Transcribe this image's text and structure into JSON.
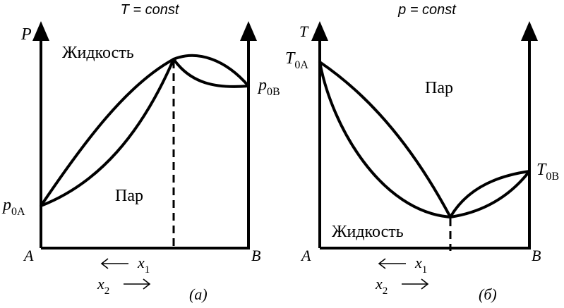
{
  "left": {
    "title": "T = const",
    "y_axis": "P",
    "liquid_label": "Жидкость",
    "vapor_label": "Пар",
    "p0a": {
      "main": "p",
      "sub": "0A"
    },
    "p0b": {
      "main": "p",
      "sub": "0B"
    },
    "end_a": "A",
    "end_b": "B",
    "x1": {
      "main": "x",
      "sub": "1"
    },
    "x2": {
      "main": "x",
      "sub": "2"
    },
    "caption": "(а)"
  },
  "right": {
    "title": "p = const",
    "y_axis": "T",
    "vapor_label": "Пар",
    "liquid_label": "Жидкость",
    "t0a": {
      "main": "T",
      "sub": "0A"
    },
    "t0b": {
      "main": "T",
      "sub": "0B"
    },
    "end_a": "A",
    "end_b": "B",
    "x1": {
      "main": "x",
      "sub": "1"
    },
    "x2": {
      "main": "x",
      "sub": "2"
    },
    "caption": "(б)"
  }
}
